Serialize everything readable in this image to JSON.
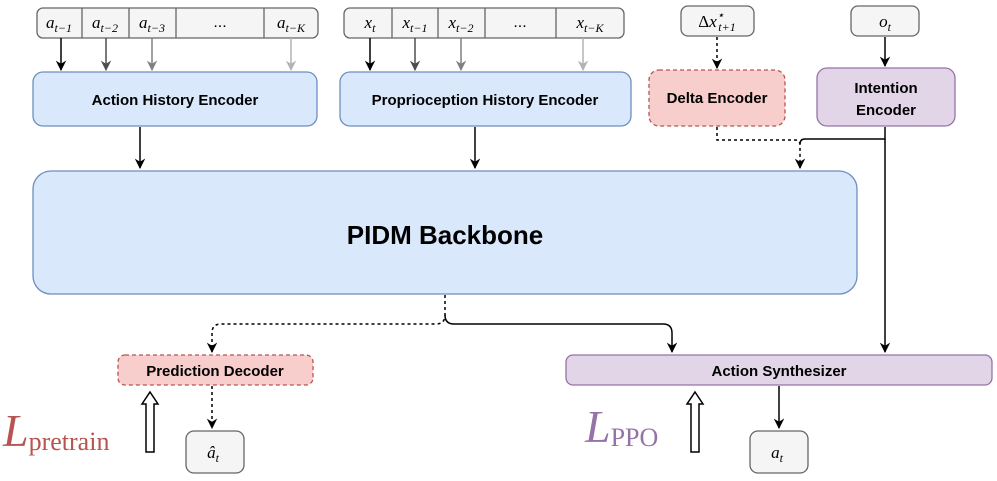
{
  "colors": {
    "blue_fill": "#dae8fc",
    "blue_stroke": "#6c8ebf",
    "red_fill": "#f8cecc",
    "red_stroke": "#b85450",
    "purple_fill": "#e1d5e7",
    "purple_stroke": "#9673a6",
    "gray_fill": "#f5f5f5",
    "gray_stroke": "#666666",
    "loss_pretrain": "#b85450",
    "loss_ppo": "#9673a6"
  },
  "action_history": {
    "tokens": [
      {
        "base": "a",
        "sub": "t−1",
        "arrow_color": "#000000"
      },
      {
        "base": "a",
        "sub": "t−2",
        "arrow_color": "#4d4d4d"
      },
      {
        "base": "a",
        "sub": "t−3",
        "arrow_color": "#808080"
      },
      {
        "base": "",
        "sub": "",
        "text": "...",
        "arrow_color": ""
      },
      {
        "base": "a",
        "sub": "t−K",
        "arrow_color": "#b3b3b3"
      }
    ]
  },
  "proprio_history": {
    "tokens": [
      {
        "base": "x",
        "sub": "t",
        "arrow_color": "#000000"
      },
      {
        "base": "x",
        "sub": "t−1",
        "arrow_color": "#4d4d4d"
      },
      {
        "base": "x",
        "sub": "t−2",
        "arrow_color": "#808080"
      },
      {
        "base": "",
        "sub": "",
        "text": "...",
        "arrow_color": ""
      },
      {
        "base": "x",
        "sub": "t−K",
        "arrow_color": "#b3b3b3"
      }
    ]
  },
  "delta_input": {
    "prefix": "Δ",
    "base": "x",
    "sup": "⋆",
    "sub": "t+1"
  },
  "obs_input": {
    "base": "o",
    "sub": "t"
  },
  "encoders": {
    "action_history": "Action History Encoder",
    "proprio_history": "Proprioception History Encoder",
    "delta": "Delta Encoder",
    "intention_line1": "Intention",
    "intention_line2": "Encoder"
  },
  "backbone": "PIDM Backbone",
  "prediction_decoder": "Prediction Decoder",
  "action_synthesizer": "Action Synthesizer",
  "pred_output": {
    "base": "â",
    "sub": "t"
  },
  "action_output": {
    "base": "a",
    "sub": "t"
  },
  "losses": {
    "pretrain": {
      "base": "L",
      "sub": "pretrain"
    },
    "ppo": {
      "base": "L",
      "sub": "PPO"
    }
  }
}
